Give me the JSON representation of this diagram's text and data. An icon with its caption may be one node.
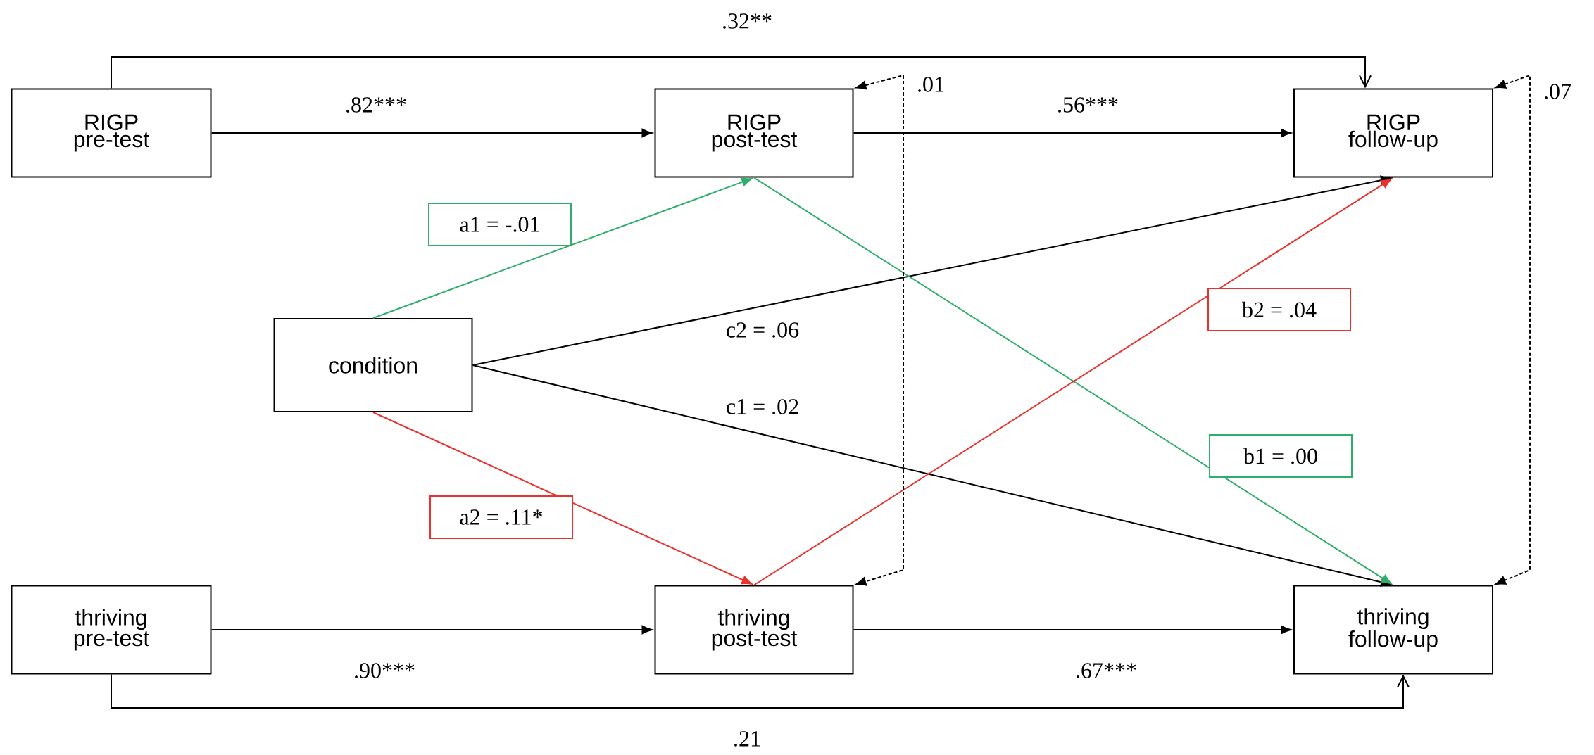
{
  "diagram": {
    "nodes": [
      {
        "text": [
          "RIGP pre-test"
        ]
      },
      {
        "text": [
          "RIGP post-test"
        ]
      },
      {
        "text": [
          "RIGP follow-up"
        ]
      },
      {
        "text": [
          "condition"
        ]
      },
      {
        "text": [
          "thriving pre-test"
        ]
      },
      {
        "text": [
          "thriving post-test"
        ]
      },
      {
        "text": [
          "thriving follow-up"
        ]
      }
    ],
    "edges": [
      {
        "from": 0,
        "to": 1,
        "arrow": "to",
        "label": ".82***"
      },
      {
        "from": 1,
        "to": 2,
        "arrow": "to",
        "label": ".56***"
      },
      {
        "from": 0,
        "to": 2,
        "arrow": "to",
        "label": ".32**"
      },
      {
        "from": 4,
        "to": 5,
        "arrow": "to",
        "label": ".90***"
      },
      {
        "from": 5,
        "to": 6,
        "arrow": "to",
        "label": ".67***"
      },
      {
        "from": 4,
        "to": 6,
        "arrow": "to",
        "label": ".21"
      },
      {
        "from": 3,
        "to": 1,
        "arrow": "to",
        "label": "a1 = -.01",
        "color": "#2fae6b"
      },
      {
        "from": 3,
        "to": 5,
        "arrow": "to",
        "label": "a2 = .11*",
        "color": "#e8322e"
      },
      {
        "from": 3,
        "to": 2,
        "arrow": "to",
        "label": "c2 = .06"
      },
      {
        "from": 3,
        "to": 6,
        "arrow": "to",
        "label": "c1 = .02"
      },
      {
        "from": 1,
        "to": 6,
        "arrow": "to",
        "label": "b1 = .00",
        "color": "#2fae6b"
      },
      {
        "from": 5,
        "to": 2,
        "arrow": "to",
        "label": "b2 = .04",
        "color": "#e8322e"
      },
      {
        "from": 1,
        "to": 5,
        "arrow": "both",
        "label": ".01",
        "style": "dashed"
      },
      {
        "from": 2,
        "to": 6,
        "arrow": "both",
        "label": ".07",
        "style": "dashed"
      }
    ]
  }
}
